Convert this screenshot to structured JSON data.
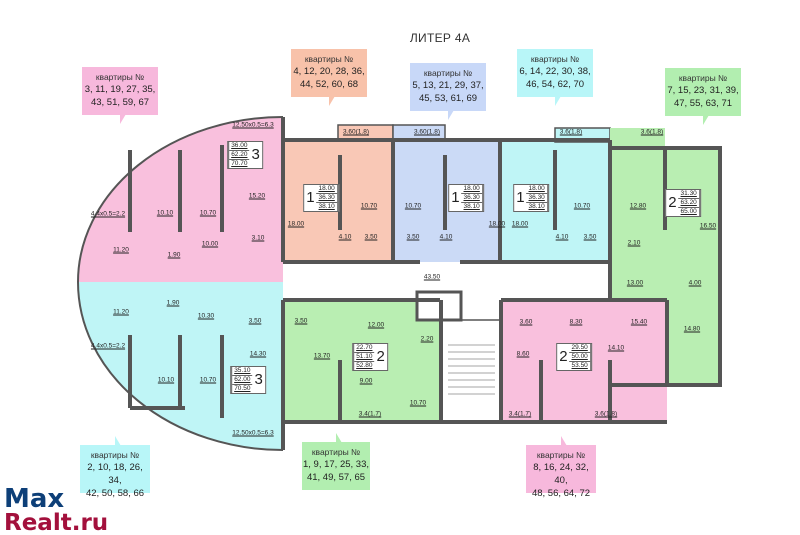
{
  "title": "ЛИТЕР 4А",
  "callout_heading": "квартиры №",
  "callouts": {
    "pink_top": {
      "lines": [
        "3, 11, 19, 27, 35,",
        "43, 51, 59, 67"
      ],
      "color": "#f7b8dc"
    },
    "salmon_top": {
      "lines": [
        "4, 12, 20, 28, 36,",
        "44, 52, 60, 68"
      ],
      "color": "#f8c2aa"
    },
    "blue_top": {
      "lines": [
        "5, 13, 21, 29, 37,",
        "45, 53, 61, 69"
      ],
      "color": "#c8d8f8"
    },
    "cyan_top": {
      "lines": [
        "6, 14, 22, 30, 38,",
        "46, 54, 62, 70"
      ],
      "color": "#b8f6f8"
    },
    "green_top": {
      "lines": [
        "7, 15, 23, 31, 39,",
        "47, 55, 63, 71"
      ],
      "color": "#b2eeb0"
    },
    "cyan_bottom": {
      "lines": [
        "2, 10, 18, 26, 34,",
        "42, 50, 58, 66"
      ],
      "color": "#b8f6f8"
    },
    "green_bottom": {
      "lines": [
        "1, 9, 17, 25, 33,",
        "41, 49, 57, 65"
      ],
      "color": "#b2eeb0"
    },
    "pink_bottom": {
      "lines": [
        "8, 16, 24, 32, 40,",
        "48, 56, 64, 72"
      ],
      "color": "#f7b8dc"
    }
  },
  "corridor_area": "43.50",
  "apartments": {
    "pink": {
      "rooms": 3,
      "areas": [
        "36.00",
        "62.20",
        "70.70"
      ],
      "labels": [
        "12.50х0.5=6.3",
        "15.20",
        "10.10",
        "10.70",
        "4.4х0.5=2.2",
        "11.20",
        "10.00",
        "3.10",
        "1.90"
      ],
      "color": "#f9c0dd"
    },
    "salmon": {
      "rooms": 1,
      "areas": [
        "18.00",
        "36.30",
        "38.10"
      ],
      "labels": [
        "3.60(1.8)",
        "10.70",
        "18.00",
        "4.10",
        "3.50"
      ],
      "color": "#f9c8b6"
    },
    "blue": {
      "rooms": 1,
      "areas": [
        "18.00",
        "36.30",
        "38.10"
      ],
      "labels": [
        "3.60(1.8)",
        "10.70",
        "3.50",
        "4.10",
        "18.00"
      ],
      "color": "#cbdaf6"
    },
    "cyan": {
      "rooms": 1,
      "areas": [
        "18.00",
        "36.30",
        "38.10"
      ],
      "labels": [
        "3.6(1.8)",
        "18.00",
        "10.70",
        "4.10",
        "3.50"
      ],
      "color": "#bff5f6"
    },
    "green_right": {
      "rooms": 2,
      "areas": [
        "31.30",
        "63.20",
        "65.00"
      ],
      "labels": [
        "3.6(1.8)",
        "12.80",
        "16.50",
        "2.10",
        "13.00",
        "4.00",
        "14.80"
      ],
      "color": "#b9eeb2"
    },
    "cyan_lower": {
      "rooms": 3,
      "areas": [
        "35.10",
        "62.00",
        "70.50"
      ],
      "labels": [
        "11.20",
        "1.90",
        "10.30",
        "4.4х0.5=2.2",
        "3.50",
        "14.30",
        "10.10",
        "10.70",
        "12.50х0.5=6.3"
      ],
      "color": "#bff5f6"
    },
    "green_lower": {
      "rooms": 2,
      "areas": [
        "22.70",
        "51.10",
        "52.80"
      ],
      "labels": [
        "3.50",
        "12.00",
        "13.70",
        "9.00",
        "3.4(1.7)",
        "2.20",
        "10.70"
      ],
      "color": "#b9eeb2"
    },
    "pink_lower": {
      "rooms": 2,
      "areas": [
        "29.50",
        "50.00",
        "53.50"
      ],
      "labels": [
        "3.60",
        "8.30",
        "15.40",
        "8.60",
        "14.10",
        "3.4(1.7)",
        "3.6(1.8)"
      ],
      "color": "#f9c0dd"
    }
  },
  "watermark": {
    "line1": "Max",
    "line2": "Realt.ru"
  }
}
